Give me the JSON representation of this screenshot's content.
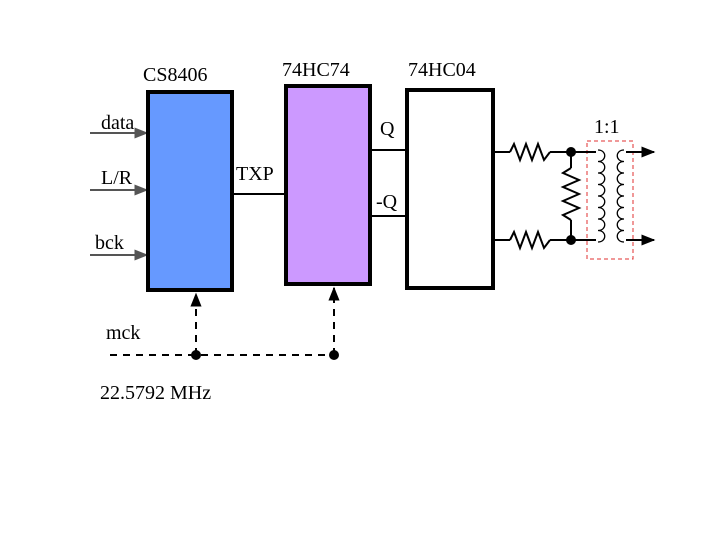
{
  "blocks": {
    "cs8406": {
      "label": "CS8406",
      "fill": "#6699ff"
    },
    "hc74": {
      "label": "74HC74",
      "fill": "#cc99ff"
    },
    "hc04": {
      "label": "74HC04",
      "fill": "#ffffff"
    }
  },
  "inputs": [
    "data",
    "L/R",
    "bck"
  ],
  "signals": {
    "txp": "TXP",
    "q": "Q",
    "nq": "-Q",
    "mck": "mck"
  },
  "clock_freq": "22.5792 MHz",
  "transformer": {
    "label": "1:1",
    "border_color": "#e03030"
  },
  "colors": {
    "arrow": "#555555",
    "line": "#000000"
  }
}
